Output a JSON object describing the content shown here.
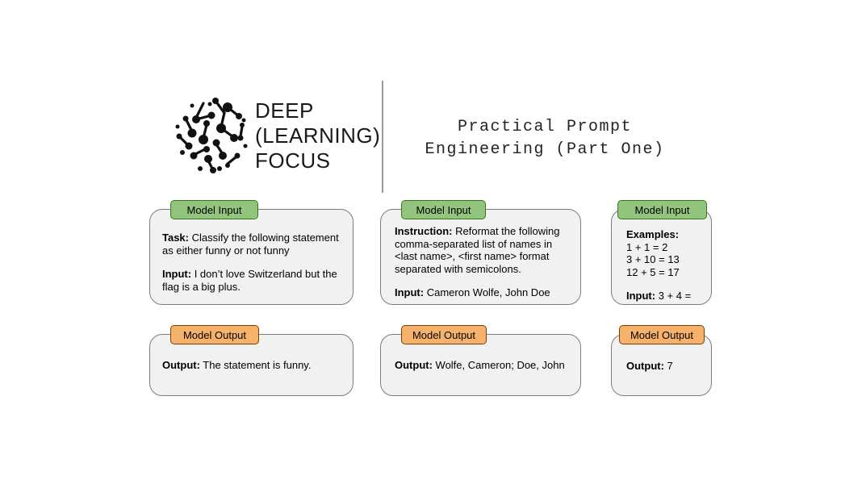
{
  "header": {
    "logo_lines": [
      "DEEP",
      "(LEARNING)",
      "FOCUS"
    ],
    "title_lines": [
      "Practical Prompt",
      "Engineering (Part One)"
    ]
  },
  "badges": {
    "input": "Model Input",
    "output": "Model Output"
  },
  "colors": {
    "input_badge_bg": "#93c47d",
    "input_badge_border": "#38761d",
    "output_badge_bg": "#f6b26b",
    "output_badge_border": "#783f04",
    "card_bg": "#f1f1f2",
    "card_border": "#7d7d7d"
  },
  "cards": {
    "classification_input": {
      "task_label": "Task:",
      "task_text": " Classify the following statement as either funny or not funny",
      "input_label": "Input:",
      "input_text": " I don’t love Switzerland but the flag is a big plus."
    },
    "reformat_input": {
      "instruction_label": "Instruction:",
      "instruction_text": " Reformat the following comma-separated list of names in <last name>, <first name> format separated with semicolons.",
      "input_label": "Input:",
      "input_text": " Cameron Wolfe, John Doe"
    },
    "math_input": {
      "examples_label": "Examples:",
      "examples": [
        "1 + 1 = 2",
        "3 + 10 = 13",
        "12 + 5 = 17"
      ],
      "input_label": "Input:",
      "input_text": " 3 + 4 ="
    },
    "classification_output": {
      "output_label": "Output:",
      "output_text": " The statement is funny."
    },
    "reformat_output": {
      "output_label": "Output:",
      "output_text": " Wolfe, Cameron; Doe, John"
    },
    "math_output": {
      "output_label": "Output:",
      "output_text": " 7"
    }
  }
}
